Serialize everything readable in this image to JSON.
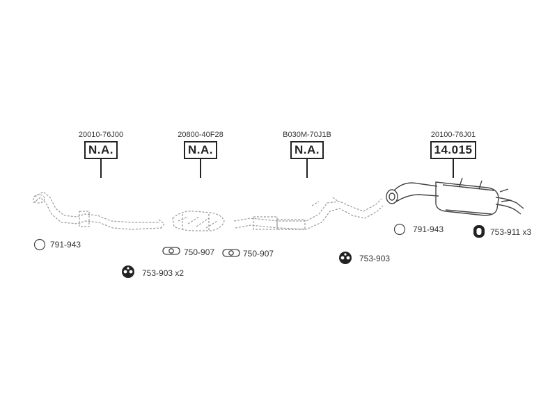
{
  "sections": [
    {
      "oem": "20010-76J00",
      "status": "N.A.",
      "available": false
    },
    {
      "oem": "20800-40F28",
      "status": "N.A.",
      "available": false
    },
    {
      "oem": "B030M-70J1B",
      "status": "N.A.",
      "available": false
    },
    {
      "oem": "20100-76J01",
      "status": "14.015",
      "available": true
    }
  ],
  "accessories": [
    {
      "part": "791-943",
      "icon": "o-ring-icon"
    },
    {
      "part": "753-903 x2",
      "icon": "rubber-hanger-icon"
    },
    {
      "part": "750-907",
      "icon": "gasket-icon"
    },
    {
      "part": "750-907",
      "icon": "gasket-icon"
    },
    {
      "part": "753-903",
      "icon": "rubber-hanger-icon"
    },
    {
      "part": "791-943",
      "icon": "o-ring-icon"
    },
    {
      "part": "753-911 x3",
      "icon": "rubber-mount-icon"
    }
  ],
  "colors": {
    "line": "#222222",
    "dashed": "#9a9a9a",
    "outline": "#444444"
  }
}
